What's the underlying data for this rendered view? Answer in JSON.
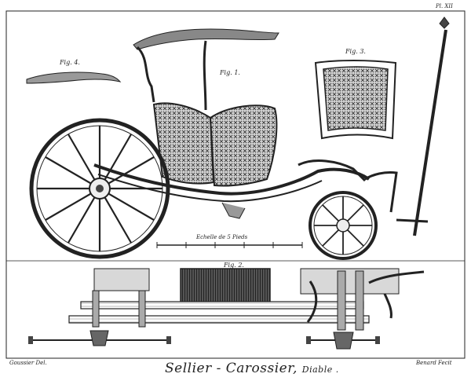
{
  "plate_number": "Pl. XII",
  "labels": {
    "fig1": "Fig. 1.",
    "fig2": "Fig. 2.",
    "fig3": "Fig. 3.",
    "fig4": "Fig. 4.",
    "scale": "Echelle de 5 Pieds"
  },
  "credits": {
    "draughtsman": "Goussier Del.",
    "engraver": "Benard Fecit"
  },
  "title": {
    "main": "Sellier - Carossier,",
    "sub": "Diable ."
  },
  "colors": {
    "ink": "#222222",
    "paper": "#ffffff",
    "hatch": "#555555"
  }
}
